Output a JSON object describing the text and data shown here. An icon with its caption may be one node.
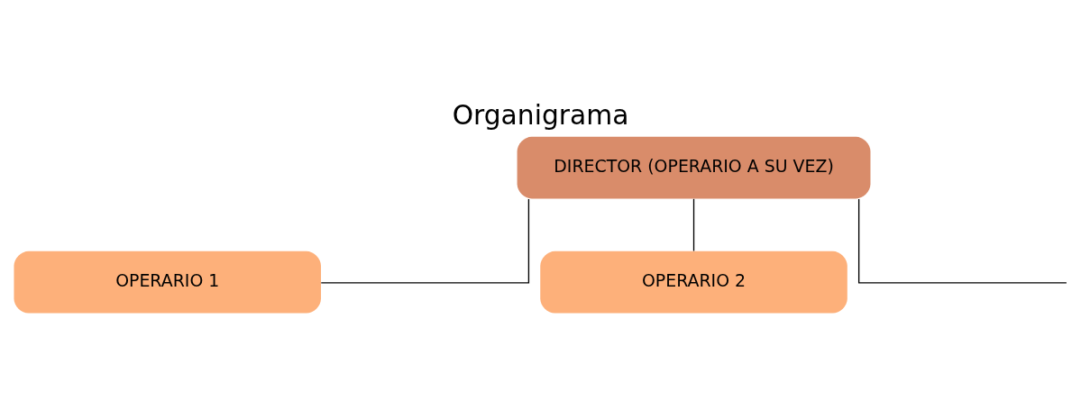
{
  "diagram": {
    "title": "Organigrama",
    "nodes": [
      {
        "text": [
          "DIRECTOR (OPERARIO A SU VEZ)"
        ]
      },
      {
        "text": [
          "OPERARIO 1"
        ]
      },
      {
        "text": [
          "OPERARIO 2"
        ]
      }
    ],
    "edges": [
      {
        "from": 0,
        "to": 1,
        "arrow": "none"
      },
      {
        "from": 0,
        "to": 2,
        "arrow": "none"
      },
      {
        "from": 0,
        "to": null,
        "arrow": "none"
      }
    ]
  }
}
